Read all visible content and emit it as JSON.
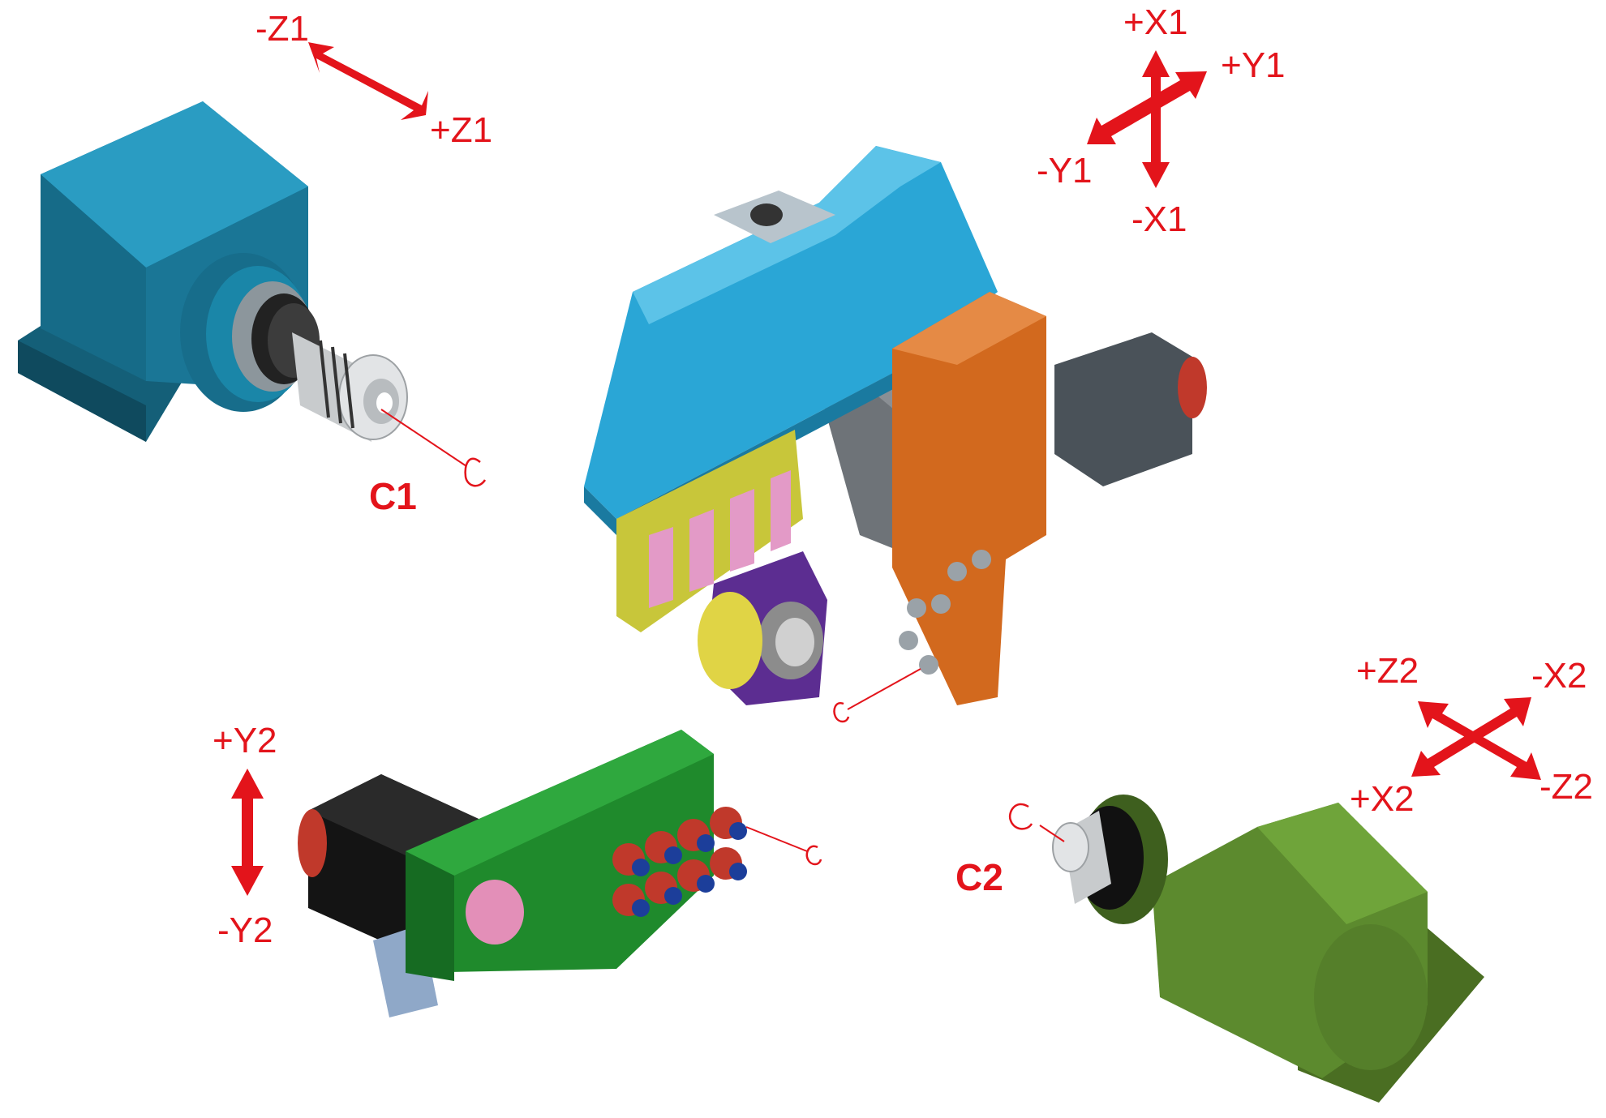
{
  "colors": {
    "accent_red": "#e3141b",
    "spindle_c1_blue": "#1c7fa0",
    "turret_cyan": "#2aa6d6",
    "carriage_orange": "#d2691e",
    "tool_block_green": "#1f8a2c",
    "spindle_c2_olive": "#5c8a2e"
  },
  "axes": {
    "z1_minus": "-Z1",
    "z1_plus": "+Z1",
    "x1_plus": "+X1",
    "x1_minus": "-X1",
    "y1_plus": "+Y1",
    "y1_minus": "-Y1",
    "z2_plus": "+Z2",
    "z2_minus": "-Z2",
    "x2_plus": "+X2",
    "x2_minus": "-X2",
    "y2_plus": "+Y2",
    "y2_minus": "-Y2"
  },
  "spindles": {
    "c1_label": "C1",
    "c2_label": "C2"
  },
  "icons": [
    "bidirectional-arrow-icon",
    "cross-arrow-icon",
    "rotation-c-icon"
  ]
}
